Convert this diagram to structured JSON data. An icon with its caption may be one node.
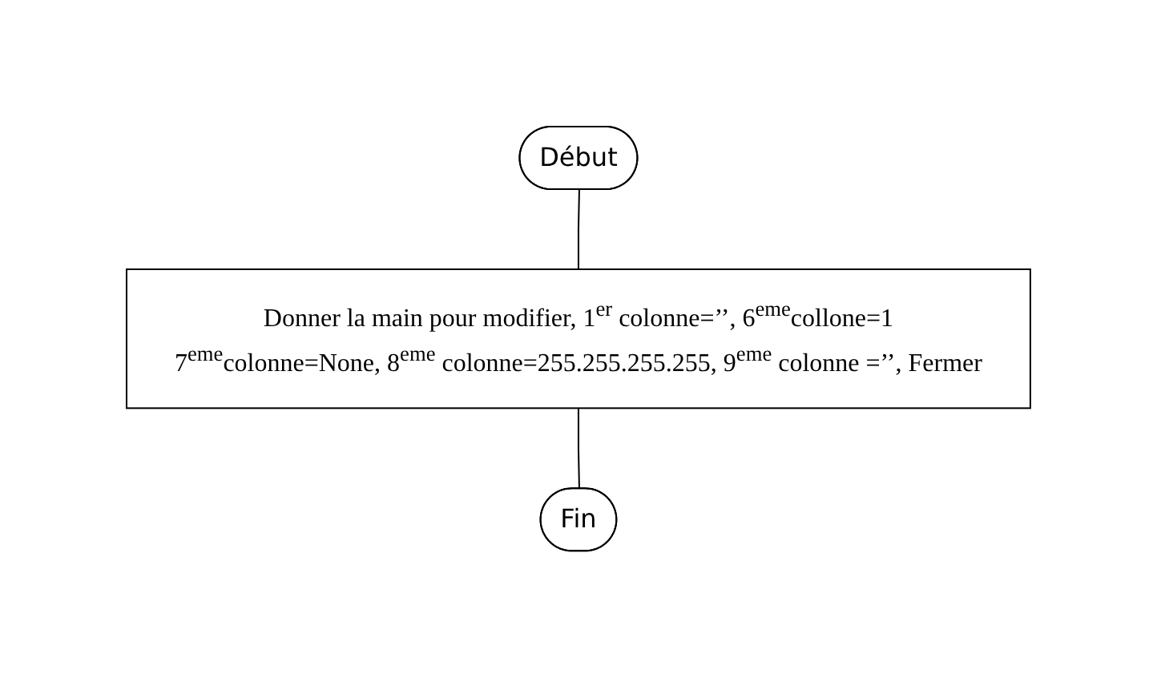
{
  "diagram": {
    "nodes": [
      {
        "text": [
          "Début"
        ]
      },
      {
        "text": [
          "Donner la main pour modifier, 1$^{er}$ colonne=’’, 6$^{eme}$collone=1",
          "7$^{eme}$colonne=None, 8$^{eme}$ colonne=255.255.255.255, 9$^{eme}$ colonne =’’, Fermer"
        ]
      },
      {
        "text": [
          "Fin"
        ]
      }
    ],
    "edges": [
      {
        "from": 0,
        "to": 1,
        "arrow": "none"
      },
      {
        "from": 1,
        "to": 2,
        "arrow": "none"
      }
    ]
  }
}
